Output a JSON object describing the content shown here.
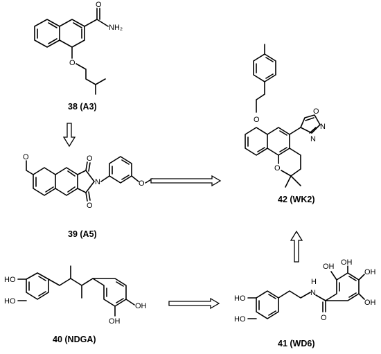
{
  "compounds": [
    {
      "number": "38",
      "code": "A3"
    },
    {
      "number": "39",
      "code": "A5"
    },
    {
      "number": "40",
      "code": "NDGA"
    },
    {
      "number": "41",
      "code": "WD6"
    },
    {
      "number": "42",
      "code": "WK2"
    }
  ],
  "atom_labels": {
    "nh2": "NH₂",
    "o": "O",
    "n": "N",
    "h": "H",
    "oh": "OH",
    "ho": "HO"
  }
}
